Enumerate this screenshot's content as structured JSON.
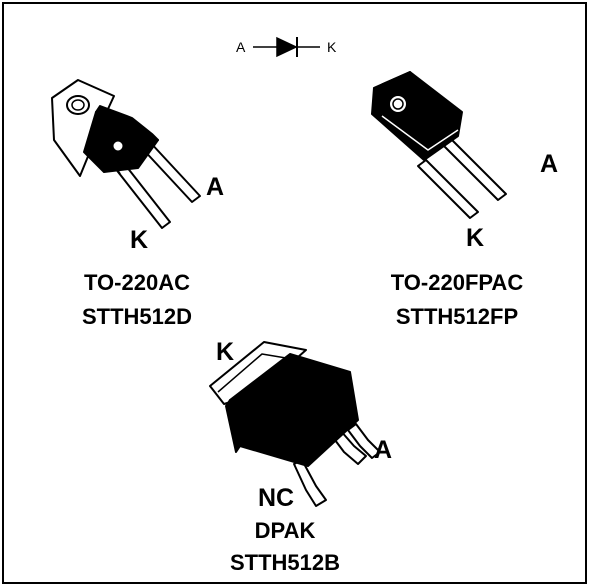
{
  "symbol": {
    "anode": "A",
    "cathode": "K"
  },
  "packages": [
    {
      "package": "TO-220AC",
      "part": "STTH512D",
      "pins": {
        "a": "A",
        "k": "K"
      }
    },
    {
      "package": "TO-220FPAC",
      "part": "STTH512FP",
      "pins": {
        "a": "A",
        "k": "K"
      }
    },
    {
      "package": "DPAK",
      "part": "STTH512B",
      "pins": {
        "k": "K",
        "a": "A",
        "nc": "NC"
      }
    }
  ],
  "colors": {
    "body": "#000000",
    "lead": "#ffffff",
    "tab_metal": "#ffffff",
    "outline": "#000000"
  }
}
